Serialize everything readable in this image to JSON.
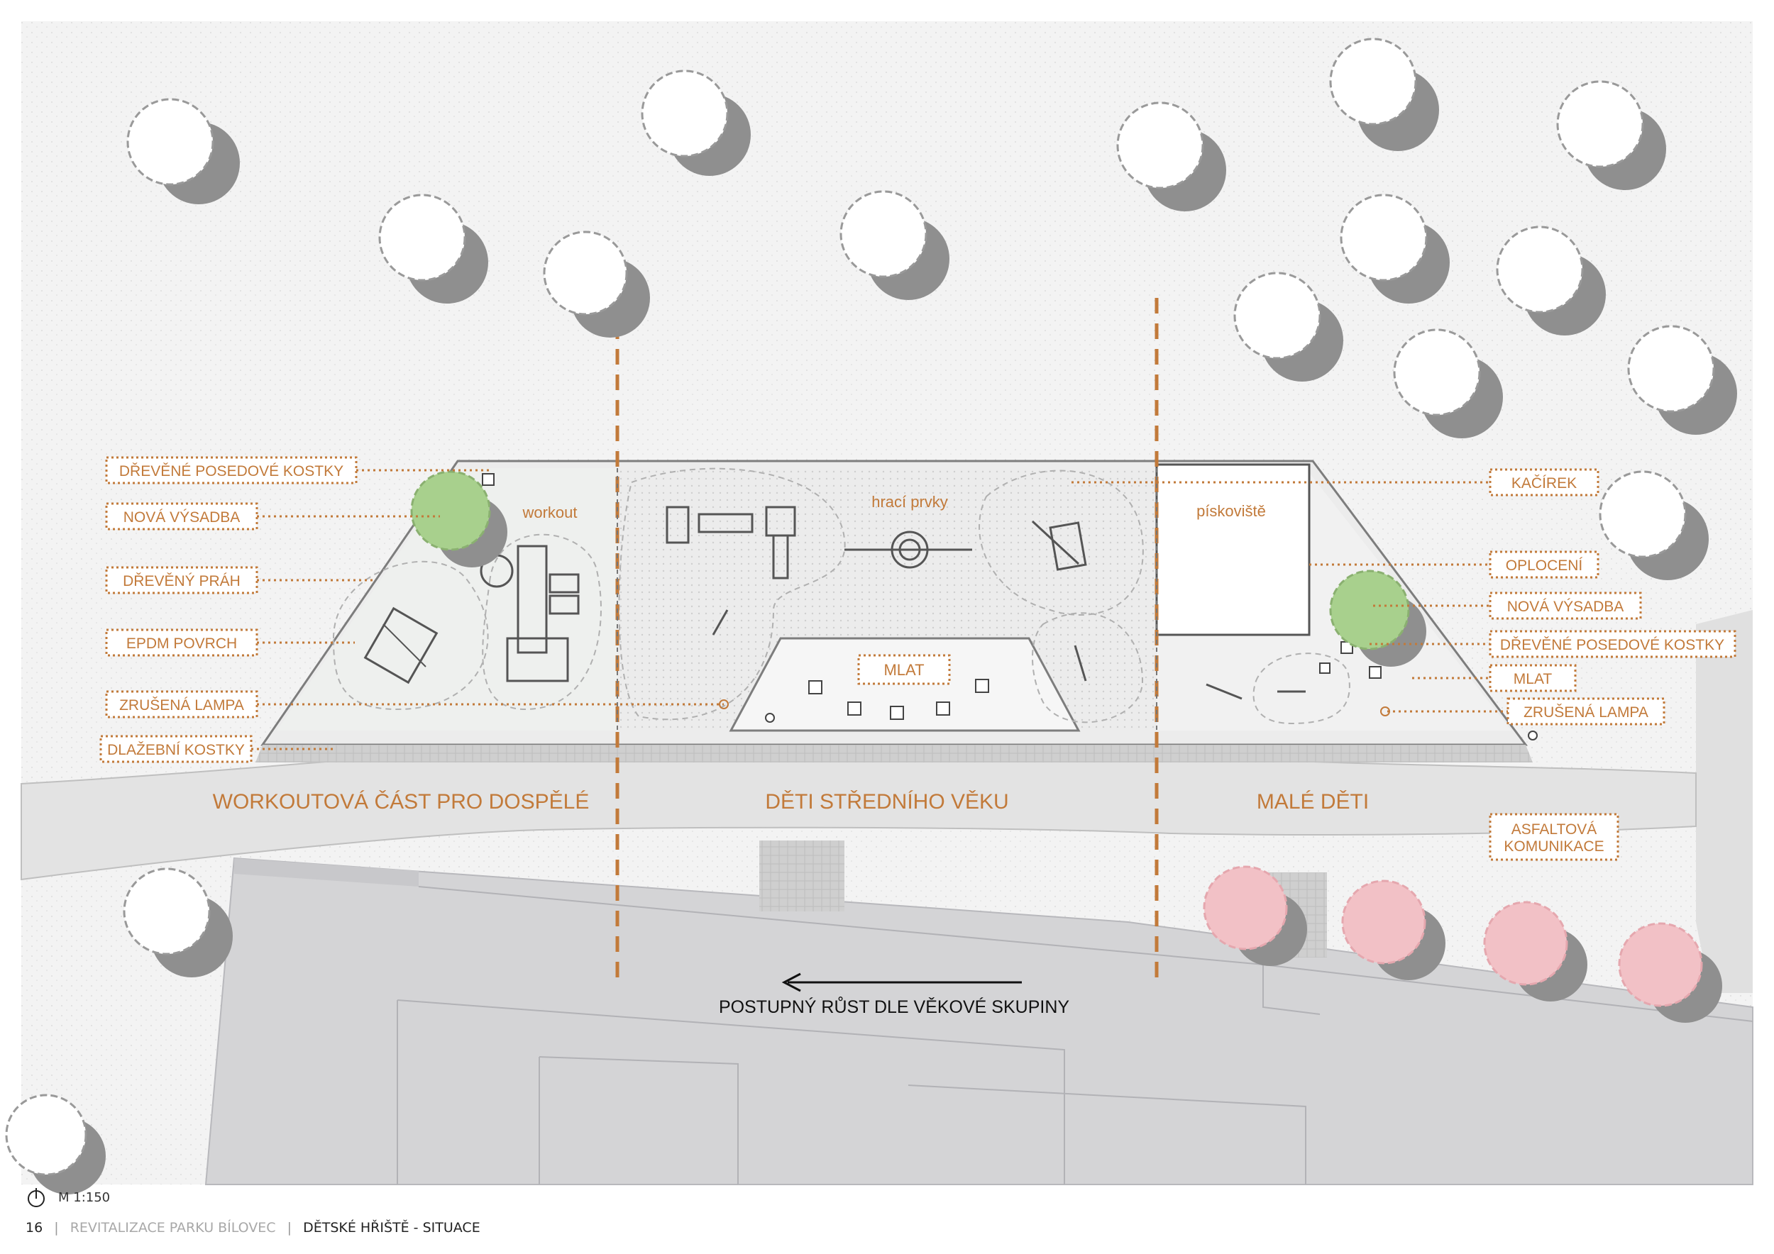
{
  "zones": {
    "workout": "workout",
    "play": "hrací prvky",
    "sandpit": "pískoviště",
    "mlat_center": "MLAT"
  },
  "sections": {
    "adults": "WORKOUTOVÁ ČÁST PRO DOSPĚLÉ",
    "middle": "DĚTI STŘEDNÍHO VĚKU",
    "small": "MALÉ DĚTI"
  },
  "labels_left": [
    "DŘEVĚNÉ POSEDOVÉ KOSTKY",
    "NOVÁ VÝSADBA",
    "DŘEVĚNÝ PRÁH",
    "EPDM POVRCH",
    "ZRUŠENÁ LAMPA",
    "DLAŽEBNÍ KOSTKY"
  ],
  "labels_right": [
    "KAČÍREK",
    "OPLOCENÍ",
    "NOVÁ VÝSADBA",
    "DŘEVĚNÉ POSEDOVÉ KOSTKY",
    "MLAT",
    "ZRUŠENÁ LAMPA"
  ],
  "road_label_line1": "ASFALTOVÁ",
  "road_label_line2": "KOMUNIKACE",
  "arrow_caption": "POSTUPNÝ RŮST DLE VĚKOVÉ SKUPINY",
  "scale": "M 1:150",
  "footer": {
    "page": "16",
    "project": "REVITALIZACE PARKU BÍLOVEC",
    "sheet": "DĚTSKÉ HŘIŠTĚ - SITUACE"
  },
  "colors": {
    "accent": "#c27a3a",
    "road": "#e3e3e3",
    "building": "#d4d4d6",
    "planting": "#a8d08d",
    "blossom": "#f2c1c6",
    "shadow": "#8f8f8f"
  }
}
